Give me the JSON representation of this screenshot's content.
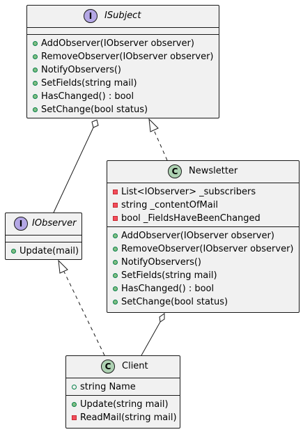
{
  "isubject": {
    "name": "ISubject",
    "badge": "I",
    "methods": [
      "AddObserver(IObserver observer)",
      "RemoveObserver(IObserver observer)",
      "NotifyObservers()",
      "SetFields(string mail)",
      "HasChanged() : bool",
      "SetChange(bool status)"
    ]
  },
  "iobserver": {
    "name": "IObserver",
    "badge": "I",
    "methods": [
      "Update(mail)"
    ]
  },
  "newsletter": {
    "name": "Newsletter",
    "badge": "C",
    "fields": [
      "List<IObserver> _subscribers",
      "string _contentOfMail",
      "bool _FieldsHaveBeenChanged"
    ],
    "methods": [
      "AddObserver(IObserver observer)",
      "RemoveObserver(IObserver observer)",
      "NotifyObservers()",
      "SetFields(string mail)",
      "HasChanged() : bool",
      "SetChange(bool status)"
    ]
  },
  "client": {
    "name": "Client",
    "badge": "C",
    "fields": [
      "string Name"
    ],
    "methods": [
      "Update(string mail)",
      "ReadMail(string mail)"
    ]
  },
  "colors": {
    "box_fill": "#f1f1f1",
    "border": "#181818",
    "interface_badge": "#b4a7e5",
    "class_badge": "#add1b2",
    "public_marker": "#84be84",
    "private_marker": "#f24d5c"
  }
}
